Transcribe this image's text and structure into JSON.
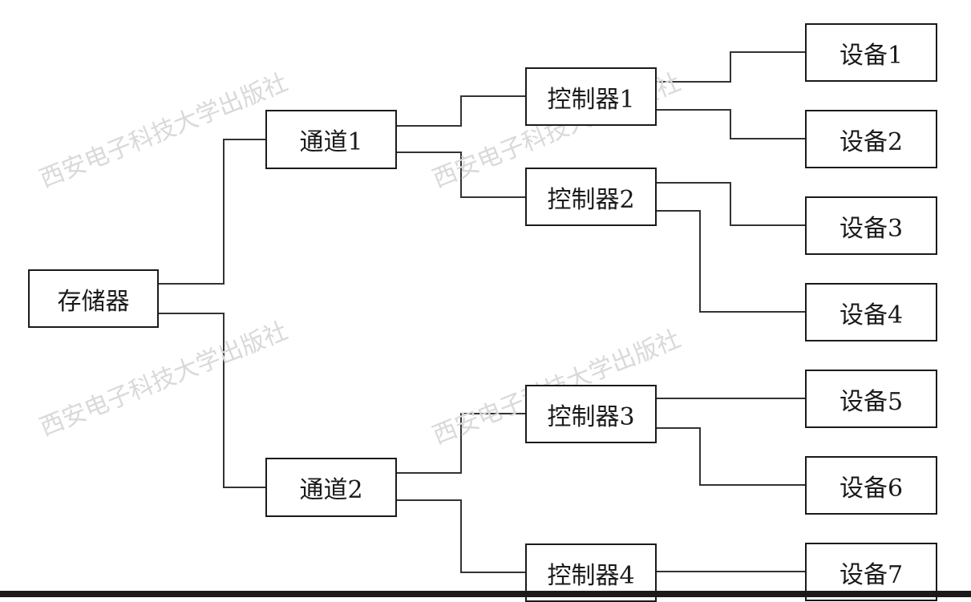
{
  "diagram": {
    "nodes": [
      {
        "id": "memory",
        "label": "存储器"
      },
      {
        "id": "channel1",
        "label": "通道1"
      },
      {
        "id": "channel2",
        "label": "通道2"
      },
      {
        "id": "ctrl1",
        "label": "控制器1"
      },
      {
        "id": "ctrl2",
        "label": "控制器2"
      },
      {
        "id": "ctrl3",
        "label": "控制器3"
      },
      {
        "id": "ctrl4",
        "label": "控制器4"
      },
      {
        "id": "dev1",
        "label": "设备1"
      },
      {
        "id": "dev2",
        "label": "设备2"
      },
      {
        "id": "dev3",
        "label": "设备3"
      },
      {
        "id": "dev4",
        "label": "设备4"
      },
      {
        "id": "dev5",
        "label": "设备5"
      },
      {
        "id": "dev6",
        "label": "设备6"
      },
      {
        "id": "dev7",
        "label": "设备7"
      }
    ],
    "edges": [
      {
        "from": "memory",
        "to": "channel1"
      },
      {
        "from": "memory",
        "to": "channel2"
      },
      {
        "from": "channel1",
        "to": "ctrl1"
      },
      {
        "from": "channel1",
        "to": "ctrl2"
      },
      {
        "from": "channel2",
        "to": "ctrl3"
      },
      {
        "from": "channel2",
        "to": "ctrl4"
      },
      {
        "from": "ctrl1",
        "to": "dev1"
      },
      {
        "from": "ctrl1",
        "to": "dev2"
      },
      {
        "from": "ctrl2",
        "to": "dev3"
      },
      {
        "from": "ctrl2",
        "to": "dev4"
      },
      {
        "from": "ctrl3",
        "to": "dev5"
      },
      {
        "from": "ctrl3",
        "to": "dev6"
      },
      {
        "from": "ctrl4",
        "to": "dev7"
      }
    ]
  },
  "watermark": {
    "text": "西安电子科技大学出版社"
  }
}
